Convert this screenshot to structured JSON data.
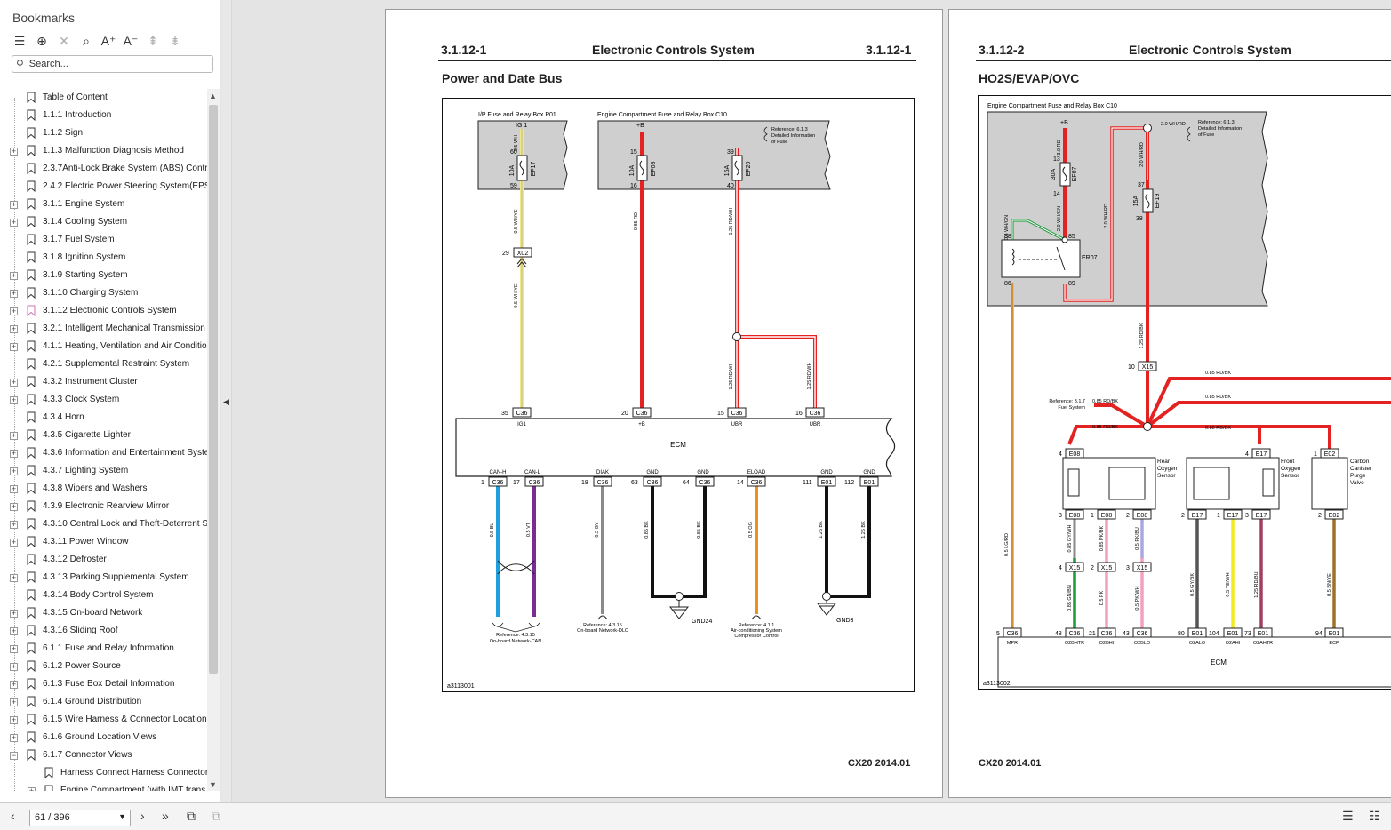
{
  "bookmarks": {
    "title": "Bookmarks",
    "search_placeholder": "Search...",
    "items": [
      {
        "label": "Table of Content",
        "exp": false,
        "indent": 0,
        "active": false
      },
      {
        "label": "1.1.1 Introduction",
        "exp": false,
        "indent": 0,
        "active": false
      },
      {
        "label": "1.1.2 Sign",
        "exp": false,
        "indent": 0,
        "active": false
      },
      {
        "label": "1.1.3 Malfunction Diagnosis Method",
        "exp": true,
        "indent": 0,
        "active": false
      },
      {
        "label": "2.3.7Anti-Lock Brake System (ABS) Control",
        "exp": false,
        "indent": 0,
        "active": false
      },
      {
        "label": "2.4.2 Electric Power Steering System(EPS)",
        "exp": false,
        "indent": 0,
        "active": false
      },
      {
        "label": "3.1.1 Engine System",
        "exp": true,
        "indent": 0,
        "active": false
      },
      {
        "label": "3.1.4 Cooling System",
        "exp": true,
        "indent": 0,
        "active": false
      },
      {
        "label": "3.1.7 Fuel System",
        "exp": false,
        "indent": 0,
        "active": false
      },
      {
        "label": "3.1.8 Ignition System",
        "exp": false,
        "indent": 0,
        "active": false
      },
      {
        "label": "3.1.9 Starting System",
        "exp": true,
        "indent": 0,
        "active": false
      },
      {
        "label": "3.1.10 Charging System",
        "exp": true,
        "indent": 0,
        "active": false
      },
      {
        "label": "3.1.12 Electronic Controls System",
        "exp": true,
        "indent": 0,
        "active": true
      },
      {
        "label": "3.2.1 Intelligent Mechanical Transmission (",
        "exp": true,
        "indent": 0,
        "active": false
      },
      {
        "label": "4.1.1 Heating, Ventilation and Air Condition",
        "exp": true,
        "indent": 0,
        "active": false
      },
      {
        "label": "4.2.1 Supplemental Restraint System",
        "exp": false,
        "indent": 0,
        "active": false
      },
      {
        "label": "4.3.2 Instrument Cluster",
        "exp": true,
        "indent": 0,
        "active": false
      },
      {
        "label": "4.3.3 Clock System",
        "exp": true,
        "indent": 0,
        "active": false
      },
      {
        "label": "4.3.4 Horn",
        "exp": false,
        "indent": 0,
        "active": false
      },
      {
        "label": "4.3.5 Cigarette Lighter",
        "exp": true,
        "indent": 0,
        "active": false
      },
      {
        "label": "4.3.6 Information and Entertainment Syste",
        "exp": true,
        "indent": 0,
        "active": false
      },
      {
        "label": "4.3.7 Lighting System",
        "exp": true,
        "indent": 0,
        "active": false
      },
      {
        "label": "4.3.8 Wipers and Washers",
        "exp": true,
        "indent": 0,
        "active": false
      },
      {
        "label": "4.3.9 Electronic Rearview Mirror",
        "exp": true,
        "indent": 0,
        "active": false
      },
      {
        "label": "4.3.10 Central Lock and Theft-Deterrent Sy",
        "exp": true,
        "indent": 0,
        "active": false
      },
      {
        "label": "4.3.11 Power Window",
        "exp": true,
        "indent": 0,
        "active": false
      },
      {
        "label": "4.3.12 Defroster",
        "exp": false,
        "indent": 0,
        "active": false
      },
      {
        "label": "4.3.13 Parking Supplemental System",
        "exp": true,
        "indent": 0,
        "active": false
      },
      {
        "label": "4.3.14 Body Control System",
        "exp": false,
        "indent": 0,
        "active": false
      },
      {
        "label": "4.3.15 On-board Network",
        "exp": true,
        "indent": 0,
        "active": false
      },
      {
        "label": "4.3.16 Sliding Roof",
        "exp": true,
        "indent": 0,
        "active": false
      },
      {
        "label": "6.1.1 Fuse and Relay Information",
        "exp": true,
        "indent": 0,
        "active": false
      },
      {
        "label": "6.1.2 Power Source",
        "exp": true,
        "indent": 0,
        "active": false
      },
      {
        "label": "6.1.3 Fuse Box Detail Information",
        "exp": true,
        "indent": 0,
        "active": false
      },
      {
        "label": "6.1.4 Ground Distribution",
        "exp": true,
        "indent": 0,
        "active": false
      },
      {
        "label": "6.1.5 Wire Harness & Connector Location V",
        "exp": true,
        "indent": 0,
        "active": false
      },
      {
        "label": "6.1.6 Ground Location Views",
        "exp": true,
        "indent": 0,
        "active": false
      },
      {
        "label": "6.1.7 Connector Views",
        "exp": "open",
        "indent": 0,
        "active": false
      },
      {
        "label": "Harness Connect Harness Connectors",
        "exp": false,
        "indent": 1,
        "active": false
      },
      {
        "label": "Engine Compartment (with IMT trans",
        "exp": true,
        "indent": 1,
        "active": false
      }
    ]
  },
  "page1": {
    "header_left": "3.1.12-1",
    "header_center": "Electronic Controls System",
    "header_right": "3.1.12-1",
    "section_title": "Power and Date Bus",
    "footer": "CX20 2014.01",
    "diagram": {
      "fuse_box_a": "I/P Fuse and Relay Box P01",
      "fuse_box_b": "Engine Compartment Fuse and Relay Box C10",
      "ig1": "IG 1",
      "plus_b": "+B",
      "ref_fuse": "Reference: 6.1.3",
      "ref_fuse2": "Detailed Information",
      "ref_fuse3": "of Fuse",
      "f1_amp": "10A",
      "f1_name": "EF17",
      "f1_top": "60",
      "f1_bot": "59",
      "f2_amp": "10A",
      "f2_name": "EF08",
      "f2_top": "15",
      "f2_bot": "16",
      "f3_amp": "15A",
      "f3_name": "EF20",
      "f3_top": "39",
      "f3_bot": "40",
      "w_top1": "0.5 WH",
      "w1": "0.5 WH/YE",
      "w1b": "0.5 WH/YE",
      "w2": "0.85 RD",
      "w3": "1.25 RD/WH",
      "w3b": "1.25 RD/WH",
      "w3c": "1.25 RD/WH",
      "x02_pin": "29",
      "x02": "X02",
      "ecm": "ECM",
      "top_pins": [
        {
          "pin": "35",
          "conn": "C36",
          "name": "IG1"
        },
        {
          "pin": "20",
          "conn": "C36",
          "name": "+B"
        },
        {
          "pin": "15",
          "conn": "C36",
          "name": "UBR"
        },
        {
          "pin": "16",
          "conn": "C36",
          "name": "UBR"
        }
      ],
      "bot_pins": [
        {
          "pin": "1",
          "conn": "C36",
          "name": "CAN-H",
          "wire": "0.5 BU"
        },
        {
          "pin": "17",
          "conn": "C36",
          "name": "CAN-L",
          "wire": "0.5 VT"
        },
        {
          "pin": "18",
          "conn": "C36",
          "name": "DIAK",
          "wire": "0.5 GY"
        },
        {
          "pin": "63",
          "conn": "C36",
          "name": "GND",
          "wire": "0.85 BK"
        },
        {
          "pin": "64",
          "conn": "C36",
          "name": "GND",
          "wire": "0.85 BK"
        },
        {
          "pin": "14",
          "conn": "C36",
          "name": "ELOAD",
          "wire": "0.5 OG"
        },
        {
          "pin": "111",
          "conn": "E01",
          "name": "GND",
          "wire": "1.25 BK"
        },
        {
          "pin": "112",
          "conn": "E01",
          "name": "GND",
          "wire": "1.25 BK"
        }
      ],
      "gnd24": "GND24",
      "gnd3": "GND3",
      "ref_can1": "Reference: 4.3.15",
      "ref_can2": "On-board Network-CAN",
      "ref_dlc1": "Reference: 4.3.15",
      "ref_dlc2": "On-board Network-DLC",
      "ref_ac1": "Reference: 4.1.1",
      "ref_ac2": "Air-conditioning System",
      "ref_ac3": "Compressor Control",
      "fig_id": "a3113001"
    }
  },
  "page2": {
    "header_left": "3.1.12-2",
    "header_center": "Electronic Controls System",
    "section_title": "HO2S/EVAP/OVC",
    "footer": "CX20 2014.01",
    "diagram": {
      "fuse_box": "Engine Compartment Fuse and Relay Box C10",
      "plus_b": "+B",
      "ref_fuse": "Reference: 6.1.3",
      "ref_fuse2": "Detailed Information",
      "ref_fuse3": "of Fuse",
      "w_top": "3.0 RD",
      "w_whrd": "2.0 WH/RD",
      "w_whrd2": "2.0 WH/RD",
      "w_whrd3": "2.0 WH/RD",
      "w_whgn": "0.5 WH/GN",
      "w_whgn2": "2.0 WH/GN",
      "fa_amp": "30A",
      "fa_name": "EF07",
      "fa_top": "13",
      "fa_bot": "14",
      "fb_amp": "15A",
      "fb_name": "EF19",
      "fb_top": "37",
      "fb_bot": "38",
      "relay": "ER07",
      "r_pins": [
        "88",
        "85",
        "86",
        "89"
      ],
      "w_rdbk": "1.25 RD/BK",
      "x15_pin": "10",
      "x15": "X15",
      "b1": "0.85 RD/BK",
      "b2": "0.85 RD/BK",
      "b3": "0.85 RD/BK",
      "b4": "0.85 RD/BK",
      "b5": "0.85 RD/BK",
      "ref_fuel1": "Reference: 3.1.7",
      "ref_fuel2": "Fuel System",
      "rear_o2": [
        "Rear",
        "Oxygen",
        "Sensor"
      ],
      "front_o2": [
        "Front",
        "Oxygen",
        "Sensor"
      ],
      "canister": [
        "Carbon",
        "Canister",
        "Purge",
        "Valve"
      ],
      "s_conns": [
        {
          "pin": "4",
          "conn": "E08"
        },
        {
          "pin": "4",
          "conn": "E17"
        },
        {
          "pin": "1",
          "conn": "E02"
        }
      ],
      "s_bot": [
        {
          "pin": "3",
          "conn": "E08",
          "wire": "0.85 GY/WH"
        },
        {
          "pin": "1",
          "conn": "E08",
          "wire": "0.85 PK/BK"
        },
        {
          "pin": "2",
          "conn": "E08",
          "wire": "0.5 PK/BU"
        },
        {
          "pin": "2",
          "conn": "E17",
          "wire": "0.5 GY/BK"
        },
        {
          "pin": "1",
          "conn": "E17",
          "wire": "0.5 YE/WH"
        },
        {
          "pin": "3",
          "conn": "E17",
          "wire": "1.25 RD/BU"
        },
        {
          "pin": "2",
          "conn": "E02",
          "wire": "0.5 BN/YE"
        }
      ],
      "x15s": [
        {
          "pin": "4",
          "conn": "X15",
          "wire": "0.85 GN/BN"
        },
        {
          "pin": "2",
          "conn": "X15",
          "wire": "0.5 PK"
        },
        {
          "pin": "3",
          "conn": "X15",
          "wire": "0.5 PK/WH"
        }
      ],
      "w_lgrd": "0.5 LG/RD",
      "ecm_pins": [
        {
          "pin": "5",
          "conn": "C36",
          "name": "MPR"
        },
        {
          "pin": "48",
          "conn": "C36",
          "name": "O2BHTR"
        },
        {
          "pin": "21",
          "conn": "C36",
          "name": "O2BHI"
        },
        {
          "pin": "43",
          "conn": "C36",
          "name": "O2BLO"
        },
        {
          "pin": "80",
          "conn": "E01",
          "name": "O2ALO"
        },
        {
          "pin": "104",
          "conn": "E01",
          "name": "O2AHI"
        },
        {
          "pin": "73",
          "conn": "E01",
          "name": "O2AHTR"
        },
        {
          "pin": "94",
          "conn": "E01",
          "name": "ECP"
        }
      ],
      "ecm": "ECM",
      "fig_id": "a3113002"
    }
  },
  "bottom": {
    "page_indicator": "61 / 396"
  },
  "colors": {
    "red": "#e32322",
    "yellow": "#f2e88a",
    "blue": "#1ea0e0",
    "violet": "#7b2a96",
    "gray": "#8a8a8a",
    "orange": "#f0901a",
    "green": "#1f9a3a",
    "pink": "#f2a0c0",
    "lavender": "#a8a8e0",
    "lime": "#c8d840",
    "brown": "#a07028"
  }
}
